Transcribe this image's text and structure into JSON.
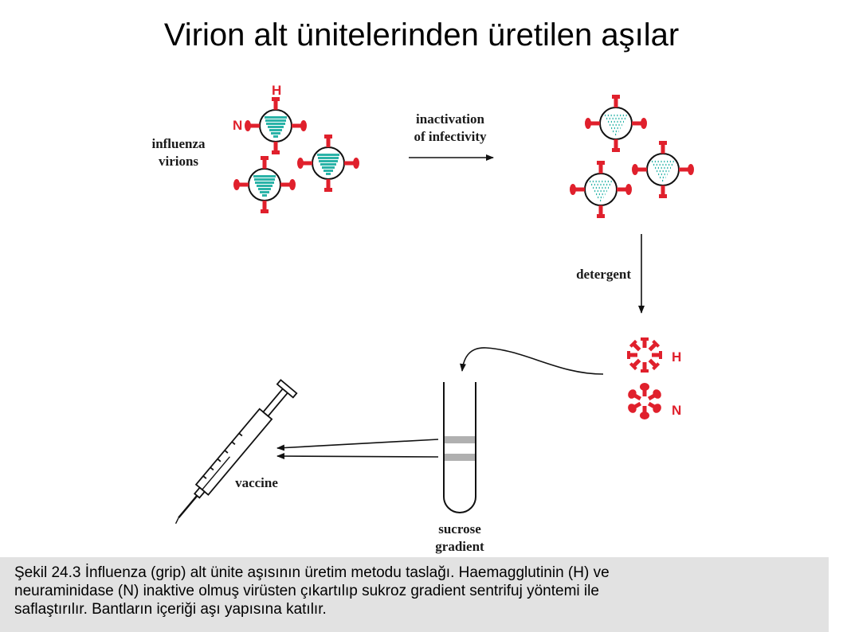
{
  "title": "Virion alt ünitelerinden üretilen aşılar",
  "labels": {
    "influenza_1": "influenza",
    "influenza_2": "virions",
    "h_marker": "H",
    "n_marker": "N",
    "inactivation_1": "inactivation",
    "inactivation_2": "of infectivity",
    "detergent": "detergent",
    "h_subunit": "H",
    "n_subunit": "N",
    "vaccine": "vaccine",
    "sucrose_1": "sucrose",
    "sucrose_2": "gradient"
  },
  "caption": {
    "line1": "Şekil 24.3 İnfluenza (grip) alt ünite aşısının üretim metodu taslağı. Haemagglutinin (H) ve",
    "line2": "neuraminidase (N) inaktive olmuş virüsten çıkartılıp sukroz gradient sentrifuj yöntemi ile",
    "line3": "saflaştırılır. Bantların içeriği aşı yapısına katılır."
  },
  "colors": {
    "spike": "#e0202c",
    "core": "#2bb3a8",
    "band": "#b0b0b0"
  }
}
